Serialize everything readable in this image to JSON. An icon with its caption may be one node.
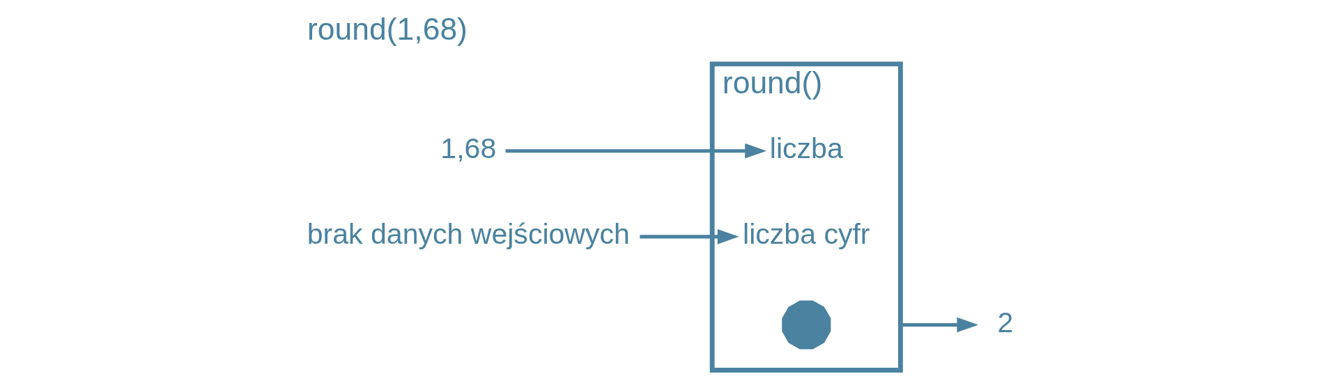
{
  "diagram": {
    "title": "round(1,68)",
    "nodes": [
      {
        "text": [
          "1,68"
        ]
      },
      {
        "text": [
          "brak danych wejściowych"
        ]
      },
      {
        "text": [
          "round()"
        ]
      },
      {
        "text": [
          "liczba"
        ],
        "in": 2
      },
      {
        "text": [
          "liczba cyfr"
        ],
        "in": 2
      },
      {
        "text": [],
        "shape": "picture",
        "in": 2
      },
      {
        "text": [
          "2"
        ]
      }
    ],
    "edges": [
      {
        "from": 0,
        "to": 3,
        "arrow": "to"
      },
      {
        "from": 1,
        "to": 4,
        "arrow": "to"
      },
      {
        "from": 2,
        "to": 6,
        "arrow": "to"
      }
    ]
  }
}
